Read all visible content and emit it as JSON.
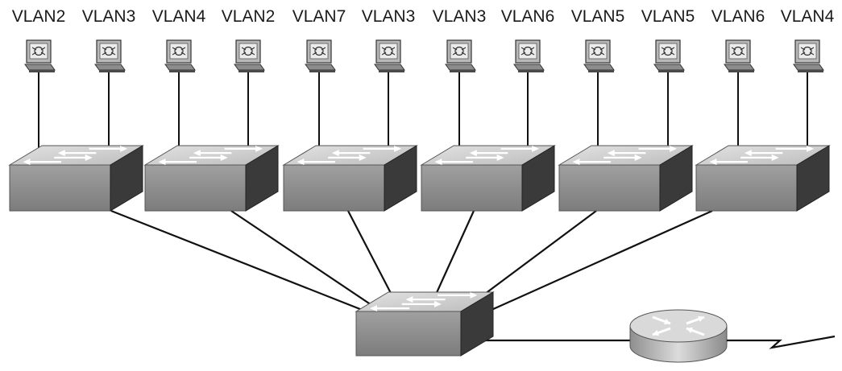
{
  "diagram": {
    "pc_vlan_labels": [
      "VLAN2",
      "VLAN3",
      "VLAN4",
      "VLAN2",
      "VLAN7",
      "VLAN3",
      "VLAN3",
      "VLAN6",
      "VLAN5",
      "VLAN5",
      "VLAN6",
      "VLAN4"
    ],
    "access_switch_count": 6,
    "devices": {
      "pc": "workstation-icon",
      "switch": "switch-icon",
      "router": "router-icon",
      "wan": "serial-link-icon"
    },
    "colors": {
      "device_top": "#d4d4d4",
      "device_front": "#8a8a8a",
      "device_side": "#3a3a3a",
      "link": "#111111"
    }
  }
}
